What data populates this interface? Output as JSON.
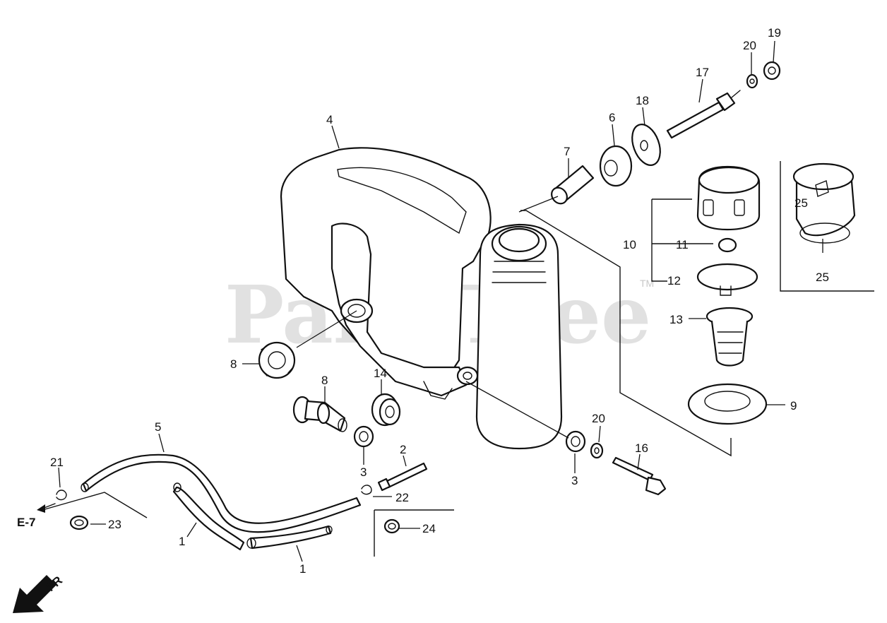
{
  "watermark": {
    "text": "PartsTree",
    "tm": "TM"
  },
  "reference": {
    "label": "E-7"
  },
  "direction": {
    "label": "FR"
  },
  "callouts": {
    "p1a": "1",
    "p1b": "1",
    "p2": "2",
    "p3a": "3",
    "p3b": "3",
    "p4": "4",
    "p5": "5",
    "p6": "6",
    "p7": "7",
    "p8a": "8",
    "p8b": "8",
    "p9": "9",
    "p10": "10",
    "p11": "11",
    "p12": "12",
    "p13": "13",
    "p14": "14",
    "p16": "16",
    "p17": "17",
    "p18": "18",
    "p19": "19",
    "p20a": "20",
    "p20b": "20",
    "p21": "21",
    "p22": "22",
    "p23": "23",
    "p24": "24",
    "p25a": "25",
    "p25b": "25"
  }
}
